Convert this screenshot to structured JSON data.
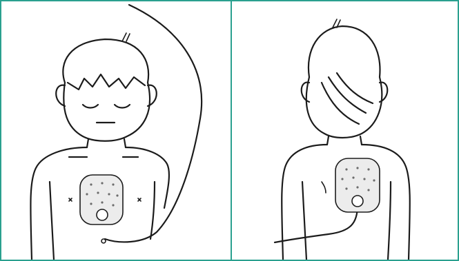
{
  "figure": {
    "border_color": "#2aa08f",
    "pad_fill": "#ececec",
    "line_color": "#1b1b1b",
    "panels": [
      {
        "view": "front",
        "pad_location": "center-chest"
      },
      {
        "view": "back",
        "pad_location": "center-back"
      }
    ]
  }
}
